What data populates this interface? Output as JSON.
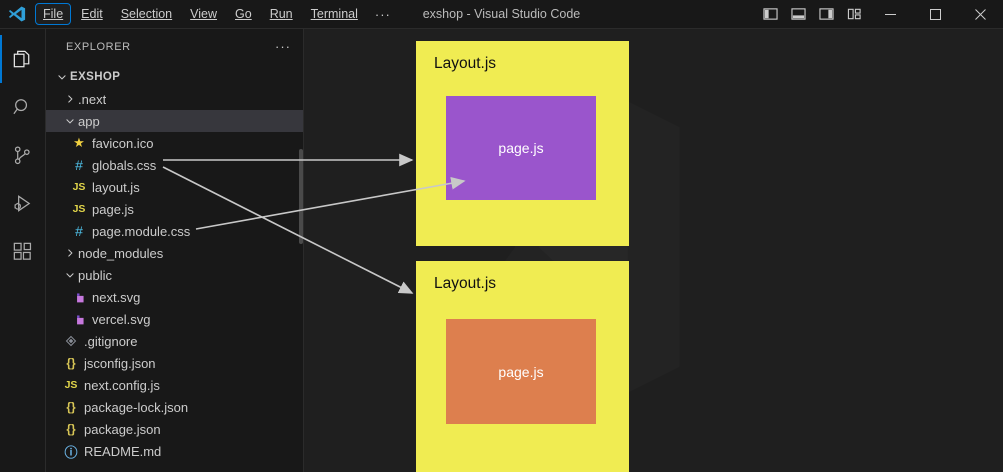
{
  "titlebar": {
    "title": "exshop - Visual Studio Code",
    "menus": [
      {
        "label": "File",
        "mnemonic": "F",
        "active": true
      },
      {
        "label": "Edit",
        "mnemonic": "E",
        "active": false
      },
      {
        "label": "Selection",
        "mnemonic": "S",
        "active": false
      },
      {
        "label": "View",
        "mnemonic": "V",
        "active": false
      },
      {
        "label": "Go",
        "mnemonic": "G",
        "active": false
      },
      {
        "label": "Run",
        "mnemonic": "R",
        "active": false
      },
      {
        "label": "Terminal",
        "mnemonic": "T",
        "active": false
      }
    ],
    "overflow_label": "···",
    "layout_icons": [
      {
        "name": "toggle-primary-sidebar-icon"
      },
      {
        "name": "toggle-panel-icon"
      },
      {
        "name": "toggle-secondary-sidebar-icon"
      },
      {
        "name": "customize-layout-icon"
      }
    ],
    "window_controls": [
      {
        "name": "minimize-button",
        "glyph": "–"
      },
      {
        "name": "maximize-button",
        "glyph": "□"
      },
      {
        "name": "close-button",
        "glyph": "✕"
      }
    ]
  },
  "activitybar": {
    "items": [
      {
        "name": "explorer-icon",
        "label": "Explorer",
        "active": true
      },
      {
        "name": "search-icon",
        "label": "Search",
        "active": false
      },
      {
        "name": "source-control-icon",
        "label": "Source Control",
        "active": false
      },
      {
        "name": "run-and-debug-icon",
        "label": "Run and Debug",
        "active": false
      },
      {
        "name": "extensions-icon",
        "label": "Extensions",
        "active": false
      }
    ]
  },
  "sidebar": {
    "header": "EXPLORER",
    "header_actions": "···",
    "tree": [
      {
        "label": "EXSHOP",
        "depth": 0,
        "type": "folder-open",
        "icon": "chevron-down",
        "selected": false,
        "root": true
      },
      {
        "label": ".next",
        "depth": 1,
        "type": "folder-closed",
        "icon": "chevron-right",
        "selected": false
      },
      {
        "label": "app",
        "depth": 1,
        "type": "folder-open",
        "icon": "chevron-down",
        "selected": true
      },
      {
        "label": "favicon.ico",
        "depth": 2,
        "type": "file",
        "icon": "star",
        "selected": false
      },
      {
        "label": "globals.css",
        "depth": 2,
        "type": "file",
        "icon": "hash",
        "selected": false
      },
      {
        "label": "layout.js",
        "depth": 2,
        "type": "file",
        "icon": "js",
        "selected": false
      },
      {
        "label": "page.js",
        "depth": 2,
        "type": "file",
        "icon": "js",
        "selected": false
      },
      {
        "label": "page.module.css",
        "depth": 2,
        "type": "file",
        "icon": "hash",
        "selected": false
      },
      {
        "label": "node_modules",
        "depth": 1,
        "type": "folder-closed",
        "icon": "chevron-right",
        "selected": false
      },
      {
        "label": "public",
        "depth": 1,
        "type": "folder-open",
        "icon": "chevron-down",
        "selected": false
      },
      {
        "label": "next.svg",
        "depth": 2,
        "type": "file",
        "icon": "svg",
        "selected": false
      },
      {
        "label": "vercel.svg",
        "depth": 2,
        "type": "file",
        "icon": "svg",
        "selected": false
      },
      {
        "label": ".gitignore",
        "depth": 1,
        "type": "file",
        "icon": "git",
        "selected": false
      },
      {
        "label": "jsconfig.json",
        "depth": 1,
        "type": "file",
        "icon": "json",
        "selected": false
      },
      {
        "label": "next.config.js",
        "depth": 1,
        "type": "file",
        "icon": "js",
        "selected": false
      },
      {
        "label": "package-lock.json",
        "depth": 1,
        "type": "file",
        "icon": "json",
        "selected": false
      },
      {
        "label": "package.json",
        "depth": 1,
        "type": "file",
        "icon": "json",
        "selected": false
      },
      {
        "label": "README.md",
        "depth": 1,
        "type": "file",
        "icon": "md",
        "selected": false
      }
    ]
  },
  "diagram": {
    "boxes": [
      {
        "name": "layout-box-top",
        "label": "Layout.js",
        "color": "#f0ec52",
        "inner": {
          "label": "page.js",
          "color": "#9a55cc",
          "name": "page-box-purple"
        }
      },
      {
        "name": "layout-box-bottom",
        "label": "Layout.js",
        "color": "#f0ec52",
        "inner": {
          "label": "page.js",
          "color": "#dd7f4e",
          "name": "page-box-orange"
        }
      }
    ],
    "arrows": [
      {
        "name": "arrow-globals-to-layout-top",
        "from": "globals.css",
        "to": "layout-box-top",
        "color": "#c8c8c8"
      },
      {
        "name": "arrow-globals-to-layout-bottom",
        "from": "globals.css",
        "to": "layout-box-bottom",
        "color": "#c8c8c8"
      },
      {
        "name": "arrow-pagemodule-to-page-top",
        "from": "page.module.css",
        "to": "page-box-purple",
        "color": "#c8c8c8"
      }
    ]
  },
  "colors": {
    "titlebar_bg": "#181818",
    "sidebar_bg": "#181818",
    "editor_bg": "#1f1f1f",
    "selection_bg": "#37373d",
    "accent": "#0078d4",
    "yellow": "#f0ec52",
    "purple": "#9a55cc",
    "orange": "#dd7f4e",
    "arrow": "#c8c8c8"
  }
}
